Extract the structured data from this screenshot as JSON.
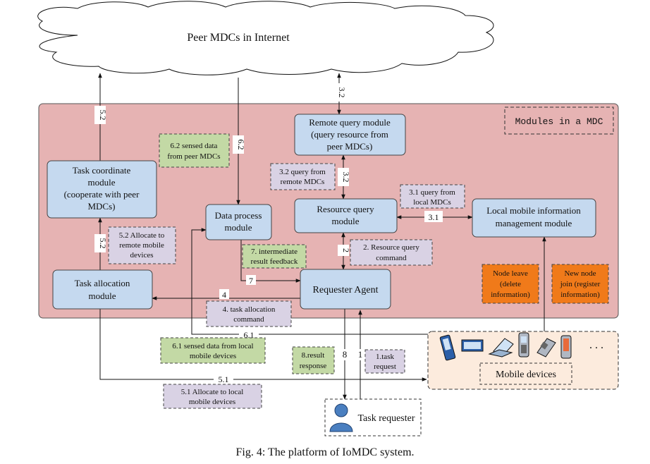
{
  "cloud": {
    "label": "Peer MDCs in Internet"
  },
  "mdc_region": {
    "title": "Modules in a MDC"
  },
  "modules": {
    "remote_query": [
      "Remote query module",
      "(query resource from",
      "peer MDCs)"
    ],
    "task_coordinate": [
      "Task coordinate",
      "module",
      "(cooperate with peer",
      "MDCs)"
    ],
    "resource_query": [
      "Resource query",
      "module"
    ],
    "local_info": [
      "Local mobile information",
      "management module"
    ],
    "data_process": [
      "Data process",
      "module"
    ],
    "task_allocation": [
      "Task allocation",
      "module"
    ],
    "requester_agent": [
      "Requester Agent"
    ]
  },
  "notes": {
    "sensed_peer": [
      "6.2 sensed data",
      "from peer MDCs"
    ],
    "query_remote": [
      "3.2 query from",
      "remote MDCs"
    ],
    "query_local": [
      "3.1  query from",
      "local MDCs"
    ],
    "allocate_remote": [
      "5.2 Allocate to",
      "remote mobile",
      "devices"
    ],
    "intermediate": [
      "7. intermediate",
      "result feedback"
    ],
    "resource_cmd": [
      "2. Resource query",
      "command"
    ],
    "node_leave": [
      "Node leave",
      "(delete",
      "information)"
    ],
    "node_join": [
      "New node",
      "join (register",
      "information)"
    ],
    "task_alloc_cmd": [
      "4. task allocation",
      "command"
    ],
    "sensed_local": [
      "6.1 sensed data from local",
      "mobile devices"
    ],
    "result_response": [
      "8.result",
      "response"
    ],
    "task_request": [
      "1.task",
      "request"
    ],
    "allocate_local": [
      "5.1 Allocate to local",
      "mobile devices"
    ]
  },
  "edge_labels": {
    "e32_top": "3.2",
    "e52_top": "5.2",
    "e62": "6.2",
    "e32_mid": "3.2",
    "e31": "3.1",
    "e52_mid": "5.2",
    "e2": "2",
    "e7": "7",
    "e4": "4",
    "e61": "6.1",
    "e8": "8",
    "e1": "1",
    "e51": "5.1"
  },
  "mobile_devices": {
    "label": "Mobile devices",
    "ellipsis": ". . ."
  },
  "task_requester": {
    "label": "Task requester"
  },
  "caption": "Fig. 4: The platform of IoMDC system.",
  "colors": {
    "mdc_fill": "#e6b3b3",
    "module_fill": "#c5d9ef",
    "green_note": "#c3d9a5",
    "purple_note": "#d9d2e4",
    "orange_note": "#f07a1a",
    "devices_fill": "#fcebdd"
  }
}
